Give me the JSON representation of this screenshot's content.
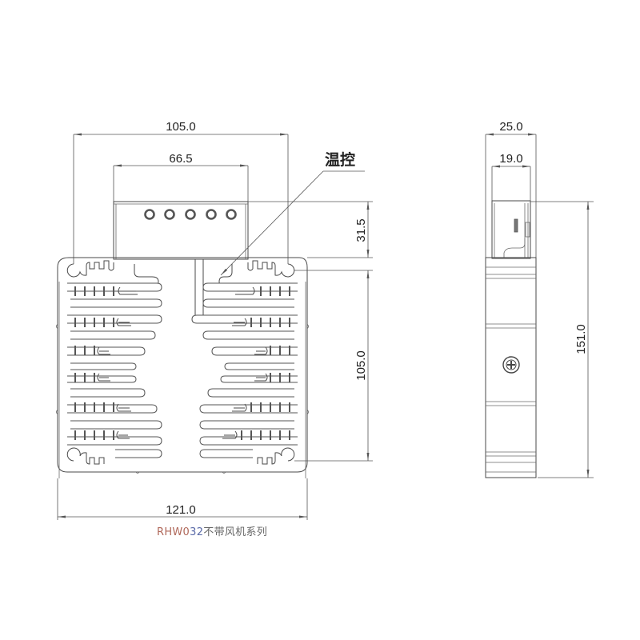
{
  "drawing": {
    "caption": {
      "model_prefix": "RHW0",
      "model_suffix": "32",
      "description": "不带风机系列"
    },
    "front_view": {
      "callout_label": "温控",
      "dimensions": {
        "terminal_block_width": "66.5",
        "mounting_hole_spacing_horizontal": "105.0",
        "overall_width": "121.0",
        "terminal_block_height": "31.5",
        "mounting_hole_spacing_vertical": "105.0"
      },
      "terminal_screw_count": 5
    },
    "side_view": {
      "dimensions": {
        "overall_depth": "25.0",
        "terminal_depth": "19.0",
        "overall_height": "151.0"
      }
    }
  }
}
